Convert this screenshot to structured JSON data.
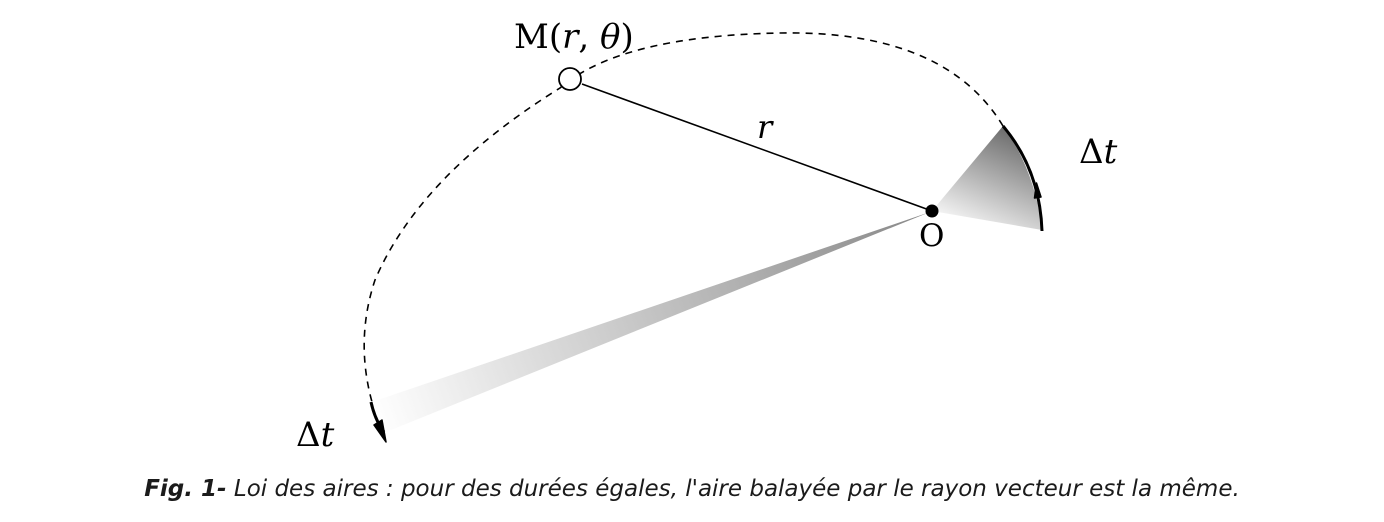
{
  "diagram": {
    "point_m_label": "M(r, θ)",
    "point_m_label_parts": {
      "name": "M",
      "open": "(",
      "r": "r",
      "comma": ", ",
      "theta": "θ",
      "close": ")"
    },
    "radius_label": "r",
    "origin_label": "O",
    "delta_t_label_right": "Δt",
    "delta_t_label_left": "Δt",
    "delta_t_parts": {
      "delta": "Δ",
      "t": "t"
    },
    "colors": {
      "stroke": "#000000",
      "sector_dark": "#7a7a7a",
      "sector_light": "#ffffff"
    }
  },
  "caption": {
    "label": "Fig. 1-",
    "text": " Loi des aires : pour des durées égales, l'aire balayée par le rayon vecteur est la même."
  }
}
